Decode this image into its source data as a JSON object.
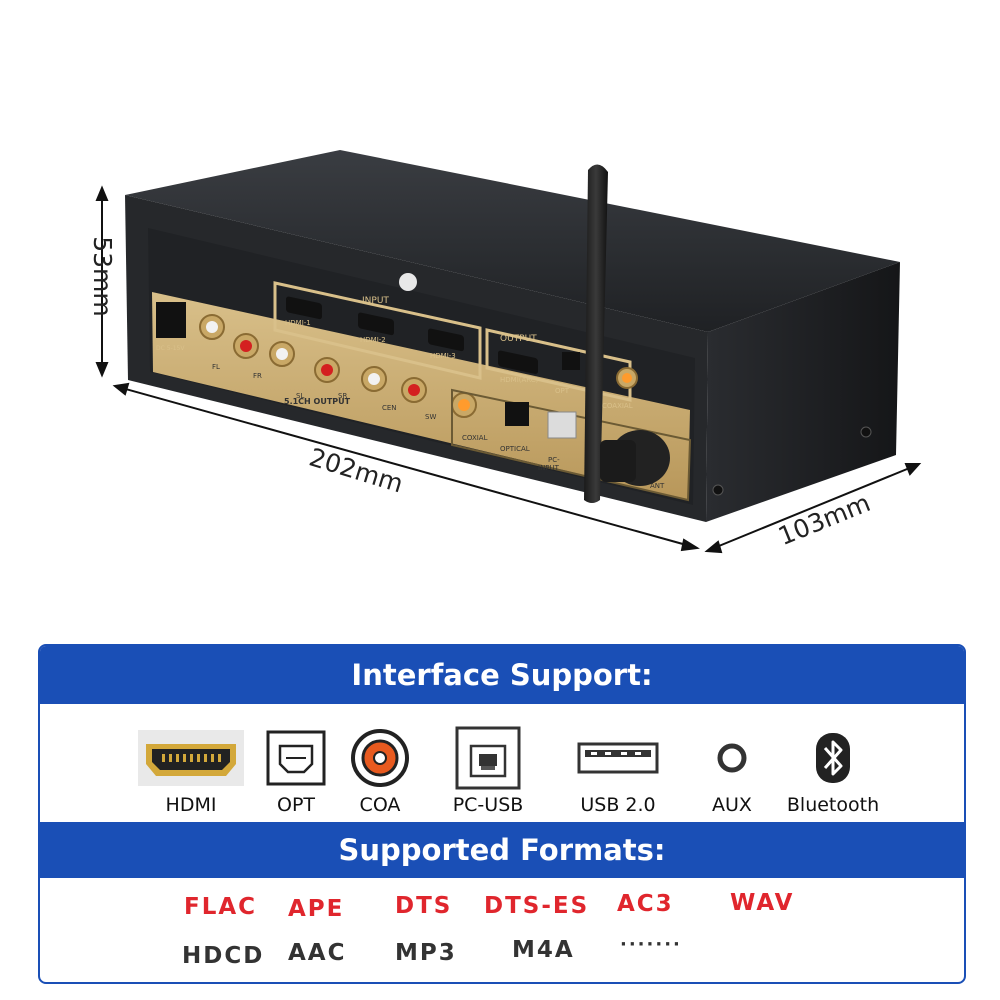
{
  "dimensions": {
    "height": "53mm",
    "length": "202mm",
    "width": "103mm"
  },
  "device_labels": {
    "input": "INPUT",
    "hdmi1": "HDMI-1",
    "hdmi2": "HDMI-2",
    "hdmi3": "HDMI-3",
    "output": "OUTPUT",
    "hdmi_arc": "HDMI(ARC)",
    "opt": "OPT",
    "coaxial_out": "COAXIAL",
    "dc": "DC 5-15V",
    "fl": "FL",
    "fr": "FR",
    "sl": "SL",
    "sr": "SR",
    "cen": "CEN",
    "sw": "SW",
    "output51": "5.1CH OUTPUT",
    "coxial": "COXIAL",
    "optical": "OPTICAL",
    "pc": "PC-",
    "input2": "INPUT",
    "ant": "ANT"
  },
  "panel": {
    "interface_title": "Interface Support:",
    "formats_title": "Supported Formats:",
    "interfaces": [
      {
        "label": "HDMI",
        "icon": "hdmi-port-icon"
      },
      {
        "label": "OPT",
        "icon": "optical-port-icon"
      },
      {
        "label": "COA",
        "icon": "coaxial-port-icon"
      },
      {
        "label": "PC-USB",
        "icon": "usb-b-port-icon"
      },
      {
        "label": "USB 2.0",
        "icon": "usb-a-port-icon"
      },
      {
        "label": "AUX",
        "icon": "aux-jack-icon"
      },
      {
        "label": "Bluetooth",
        "icon": "bluetooth-icon"
      }
    ],
    "formats_row1": [
      "FLAC",
      "APE",
      "DTS",
      "DTS-ES",
      "AC3",
      "WAV"
    ],
    "formats_row2": [
      "HDCD",
      "AAC",
      "MP3",
      "M4A",
      "·······"
    ],
    "colors": {
      "band": "#1a4fb6",
      "format_red": "#e0262d",
      "format_dark": "#333333"
    }
  }
}
